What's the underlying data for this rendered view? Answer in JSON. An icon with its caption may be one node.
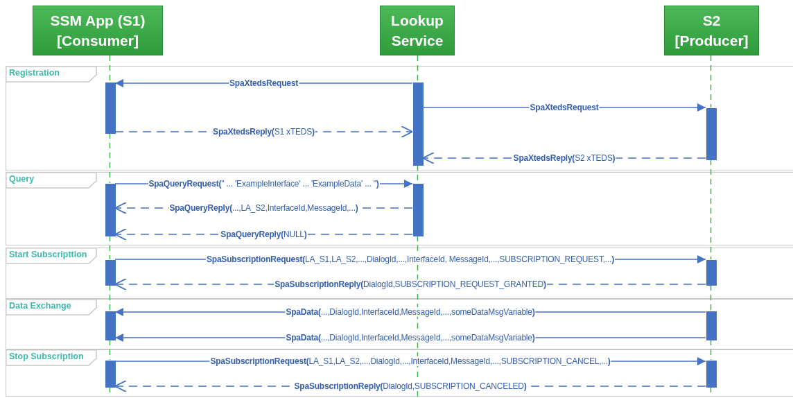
{
  "diagram": {
    "nodes": [
      {
        "text": [
          "SSM App (S1) [Consumer]"
        ]
      },
      {
        "text": [
          "Lookup Service"
        ]
      },
      {
        "text": [
          "S2 [Producer]"
        ]
      },
      {
        "text": [
          "Registration"
        ]
      },
      {
        "text": [],
        "shape": "bar",
        "in": 3
      },
      {
        "text": [],
        "shape": "bar",
        "in": 3
      },
      {
        "text": [],
        "shape": "bar",
        "in": 3
      },
      {
        "text": [
          "Query"
        ]
      },
      {
        "text": [],
        "shape": "bar",
        "in": 7
      },
      {
        "text": [],
        "shape": "bar",
        "in": 7
      },
      {
        "text": [
          "Start Subscripttion"
        ]
      },
      {
        "text": [],
        "shape": "bar",
        "in": 10
      },
      {
        "text": [],
        "shape": "bar",
        "in": 10
      },
      {
        "text": [
          "Data Exchange"
        ]
      },
      {
        "text": [],
        "shape": "bar",
        "in": 13
      },
      {
        "text": [],
        "shape": "bar",
        "in": 13
      },
      {
        "text": [
          "Stop Subscription"
        ]
      },
      {
        "text": [],
        "shape": "bar",
        "in": 16
      },
      {
        "text": [],
        "shape": "bar",
        "in": 16
      }
    ],
    "edges": [
      {
        "from": 5,
        "to": 4,
        "arrow": "to",
        "color": "#4472c4",
        "label": "**SpaXtedsRequest**"
      },
      {
        "from": 5,
        "to": 6,
        "arrow": "to",
        "color": "#4472c4",
        "label": "**SpaXtedsRequest**"
      },
      {
        "from": 4,
        "to": 5,
        "arrow": "to",
        "style": "dashed",
        "color": "#4472c4",
        "label": "**SpaXtedsReply(**S1 xTEDS**)**"
      },
      {
        "from": 6,
        "to": 5,
        "arrow": "to",
        "style": "dashed",
        "color": "#4472c4",
        "label": "**SpaXtedsReply(**S2 xTEDS**)**"
      },
      {
        "from": 8,
        "to": 9,
        "arrow": "to",
        "color": "#4472c4",
        "label": "**SpaQueryRequest(**\" ... 'ExampleInterface' ... 'ExampleData' ... \"**)**"
      },
      {
        "from": 9,
        "to": 8,
        "arrow": "to",
        "style": "dashed",
        "color": "#4472c4",
        "label": "**SpaQueryReply(**...,LA_S2,InterfaceId,MessageId,...**)**"
      },
      {
        "from": 9,
        "to": 8,
        "arrow": "to",
        "style": "dashed",
        "color": "#4472c4",
        "label": "**SpaQueryReply(**NULL**)**"
      },
      {
        "from": 11,
        "to": 12,
        "arrow": "to",
        "color": "#4472c4",
        "label": "**SpaSubscriptionRequest(**LA_S1,LA_S2,...,DialogId,...,InterfaceId, MessageId,...,SUBSCRIPTION_REQUEST,...**)**"
      },
      {
        "from": 12,
        "to": 11,
        "arrow": "to",
        "style": "dashed",
        "color": "#4472c4",
        "label": "**SpaSubscriptionReply(**DialogId,SUBSCRIPTION_REQUEST_GRANTED**)**"
      },
      {
        "from": 15,
        "to": 14,
        "arrow": "to",
        "color": "#4472c4",
        "label": "**SpaData(**...,DialogId,InterfaceId,MessageId,...,someDataMsgVariable**)**"
      },
      {
        "from": 15,
        "to": 14,
        "arrow": "to",
        "color": "#4472c4",
        "label": "**SpaData(**...,DialogId,InterfaceId,MessageId,...,someDataMsgVariable**)**"
      },
      {
        "from": 17,
        "to": 18,
        "arrow": "to",
        "color": "#4472c4",
        "label": "**SpaSubscriptionRequest(**LA_S1,LA_S2,...,DialogId,...,InterfaceId,MessageId,...,SUBSCRIPTION_CANCEL,...**)**"
      },
      {
        "from": 18,
        "to": 17,
        "arrow": "to",
        "style": "dashed",
        "color": "#4472c4",
        "label": "**SpaSubscriptionReply(**DialogId,SUBSCRIPTION_CANCELED**)**"
      },
      {
        "from": 0,
        "to": 4,
        "arrow": "none",
        "style": "dashed"
      },
      {
        "from": 4,
        "to": 8,
        "arrow": "none",
        "style": "dashed"
      },
      {
        "from": 8,
        "to": 11,
        "arrow": "none",
        "style": "dashed"
      },
      {
        "from": 11,
        "to": 14,
        "arrow": "none",
        "style": "dashed"
      },
      {
        "from": 14,
        "to": 17,
        "arrow": "none",
        "style": "dashed"
      },
      {
        "from": 17,
        "to": 16,
        "arrow": "none",
        "style": "dashed"
      },
      {
        "from": 1,
        "to": 5,
        "arrow": "none",
        "style": "dashed"
      },
      {
        "from": 5,
        "to": 9,
        "arrow": "none",
        "style": "dashed"
      },
      {
        "from": 9,
        "to": 16,
        "arrow": "none",
        "style": "dashed"
      },
      {
        "from": 2,
        "to": 6,
        "arrow": "none",
        "style": "dashed"
      },
      {
        "from": 6,
        "to": 12,
        "arrow": "none",
        "style": "dashed"
      },
      {
        "from": 12,
        "to": 15,
        "arrow": "none",
        "style": "dashed"
      },
      {
        "from": 15,
        "to": 18,
        "arrow": "none",
        "style": "dashed"
      },
      {
        "from": 18,
        "to": 16,
        "arrow": "none",
        "style": "dashed"
      }
    ]
  }
}
